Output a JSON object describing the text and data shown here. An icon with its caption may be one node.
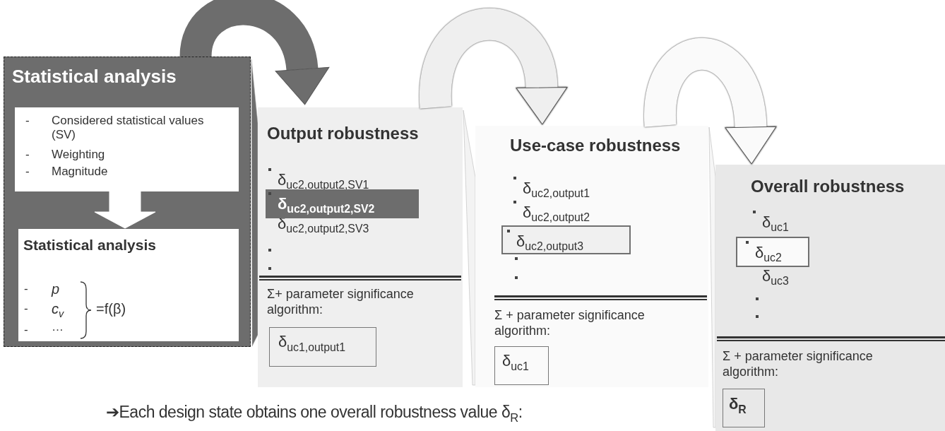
{
  "diagram": {
    "caption": "➔Each design state obtains one overall robustness value δ$_{R}$:",
    "nodes": [
      {
        "text": [
          "Statistical analysis"
        ]
      },
      {
        "text": [
          "-",
          "Considered statistical values (SV)",
          "-",
          "Weighting",
          "-",
          "Magnitude"
        ],
        "in": 0
      },
      {
        "text": [
          "Statistical analysis",
          "-",
          "p",
          "-",
          "c$_{v}$",
          "-",
          "…",
          "=f(β)"
        ],
        "in": 0
      },
      {
        "text": [
          "Output robustness",
          "δ$_{uc2,output2,SV1}$",
          "δ$_{uc2,output2,SV3}$",
          "Σ+ parameter significance algorithm:"
        ]
      },
      {
        "text": [
          "δ$_{uc2,output2,SV2}$"
        ],
        "in": 3
      },
      {
        "text": [
          "δ$_{uc1,output1}$"
        ],
        "in": 3
      },
      {
        "text": [
          "Use-case robustness",
          "δ$_{uc2,output1}$",
          "δ$_{uc2,output2}$",
          "Σ + parameter significance algorithm:"
        ]
      },
      {
        "text": [
          "δ$_{uc2,output3}$"
        ],
        "in": 6
      },
      {
        "text": [
          "δ$_{uc1}$"
        ],
        "in": 6
      },
      {
        "text": [
          "Overall robustness",
          "δ$_{uc1}$",
          "δ$_{uc3}$",
          "Σ + parameter significance algorithm:"
        ]
      },
      {
        "text": [
          "δ$_{uc2}$"
        ],
        "in": 9
      },
      {
        "text": [
          "δ$_{R}$"
        ],
        "in": 9
      },
      {
        "text": [],
        "shape": "triangle"
      },
      {
        "text": [],
        "shape": "triangle"
      },
      {
        "text": [],
        "shape": "triangle"
      }
    ],
    "edges": [
      {
        "from": 0,
        "to": 3,
        "arrow": "to",
        "color": "#6d6d6d"
      },
      {
        "from": 3,
        "to": 6,
        "arrow": "to",
        "color": "#efefef"
      },
      {
        "from": 6,
        "to": 9,
        "arrow": "to",
        "color": "#fafafa"
      },
      {
        "from": 1,
        "to": 2,
        "arrow": "to",
        "color": "#ffffff"
      }
    ]
  }
}
